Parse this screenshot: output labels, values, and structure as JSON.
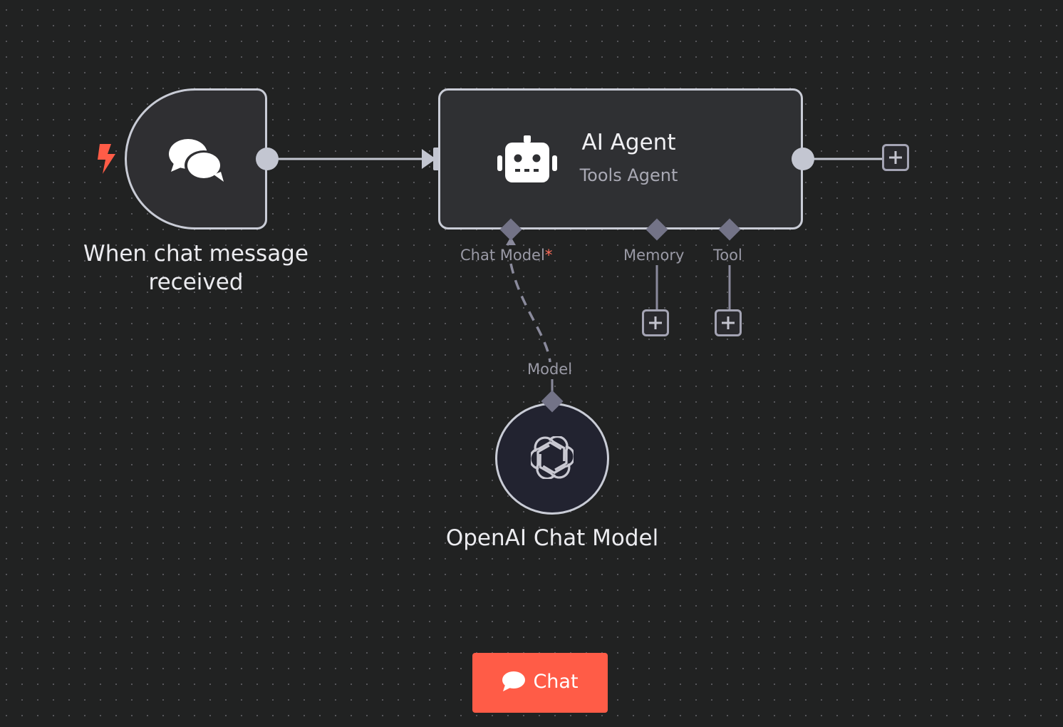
{
  "nodes": {
    "trigger": {
      "label": "When chat message received",
      "icon": "chat-bubbles-icon",
      "trigger_icon": "lightning-bolt-icon"
    },
    "agent": {
      "title": "AI Agent",
      "subtitle": "Tools Agent",
      "icon": "robot-icon"
    },
    "model": {
      "label": "OpenAI Chat Model",
      "icon": "openai-logo-icon"
    }
  },
  "ports": {
    "chat_model": "Chat Model",
    "chat_model_required": "*",
    "memory": "Memory",
    "tool": "Tool",
    "model": "Model"
  },
  "chat_button": {
    "label": "Chat",
    "icon": "chat-bubble-icon"
  },
  "colors": {
    "canvas": "#212222",
    "node_border": "#c9ccd6",
    "accent": "#ff5c47",
    "trigger_bolt": "#ff5c47",
    "port": "#737387"
  }
}
